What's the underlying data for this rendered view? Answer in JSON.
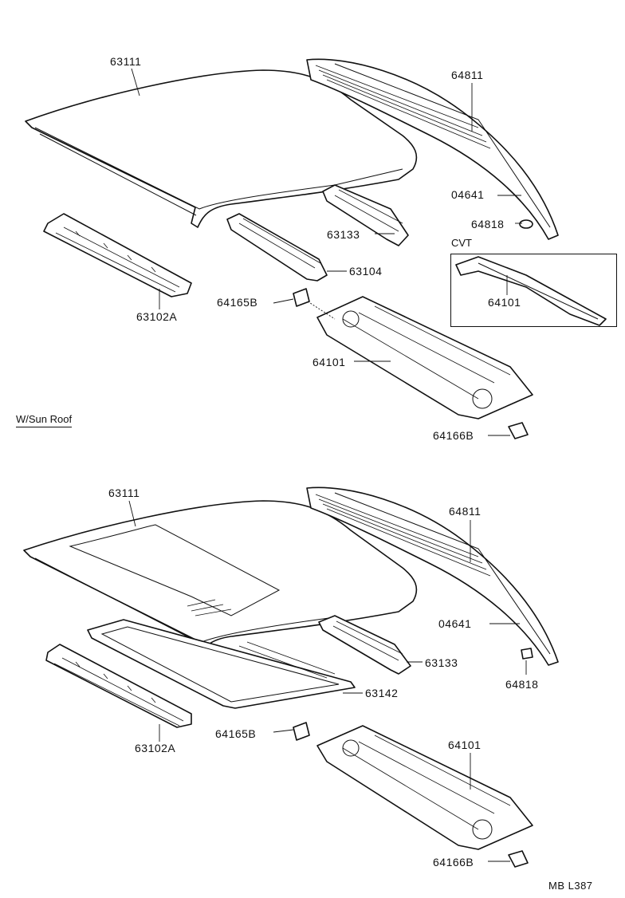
{
  "sections": {
    "top": {
      "labels": [
        "63111",
        "64811",
        "04641",
        "64818",
        "63133",
        "63104",
        "63102A",
        "64165B",
        "64101",
        "64166B"
      ]
    },
    "cvt": {
      "title": "CVT",
      "label": "64101"
    },
    "sunroof": {
      "title": "W/Sun Roof",
      "labels": [
        "63111",
        "64811",
        "04641",
        "64818",
        "63133",
        "63142",
        "63102A",
        "64165B",
        "64101",
        "64166B"
      ]
    }
  },
  "footer": {
    "code": "MB L387"
  }
}
